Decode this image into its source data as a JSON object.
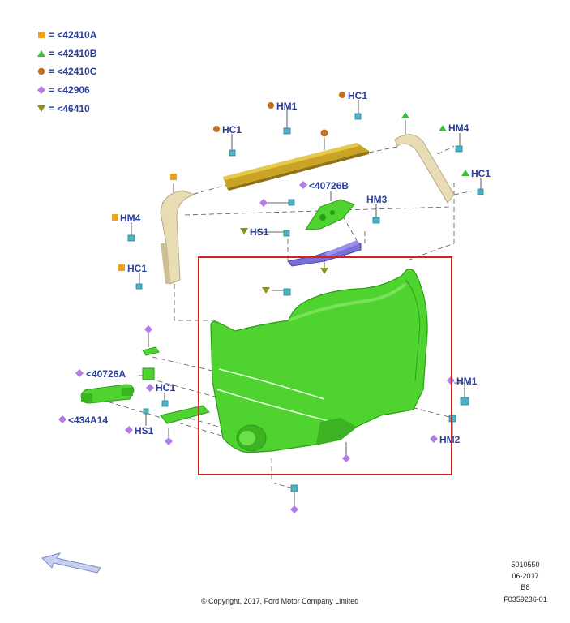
{
  "legend": [
    {
      "marker": "square",
      "color": "#f0a21c",
      "text": "= <42410A"
    },
    {
      "marker": "triangle-up",
      "color": "#35c13a",
      "text": "= <42410B"
    },
    {
      "marker": "circle",
      "color": "#c4701e",
      "text": "= <42410C"
    },
    {
      "marker": "diamond",
      "color": "#b47ae6",
      "text": "= <42906"
    },
    {
      "marker": "triangle-down",
      "color": "#8f8f1e",
      "text": "= <46410"
    }
  ],
  "callouts": {
    "hc1_a": "HC1",
    "hm1_a": "HM1",
    "hc1_b": "HC1",
    "hm4_a": "HM4",
    "hc1_c": "HC1",
    "p40726b": "<40726B",
    "hm3": "HM3",
    "hm4_b": "HM4",
    "hs1_a": "HS1",
    "hc1_d": "HC1",
    "hm1_b": "HM1",
    "p40726a": "<40726A",
    "hc1_e": "HC1",
    "p434a14": "<434A14",
    "hs1_b": "HS1",
    "hm2": "HM2"
  },
  "footer": {
    "copyright": "© Copyright, 2017, Ford Motor Company Limited",
    "code": "5010550",
    "date": "06-2017",
    "rev": "B8",
    "figure": "F0359236-01"
  },
  "colors": {
    "label": "#2a3f9f",
    "panel_green": "#4fd42f",
    "upper_trim": "#c9a424",
    "pillar_trim": "#e8dcb4",
    "clip_cyan": "#4ab3c4",
    "bracket_purple": "#7a6fd4",
    "highlight_red": "#d42020"
  },
  "icons": [
    "direction-arrow-icon"
  ]
}
